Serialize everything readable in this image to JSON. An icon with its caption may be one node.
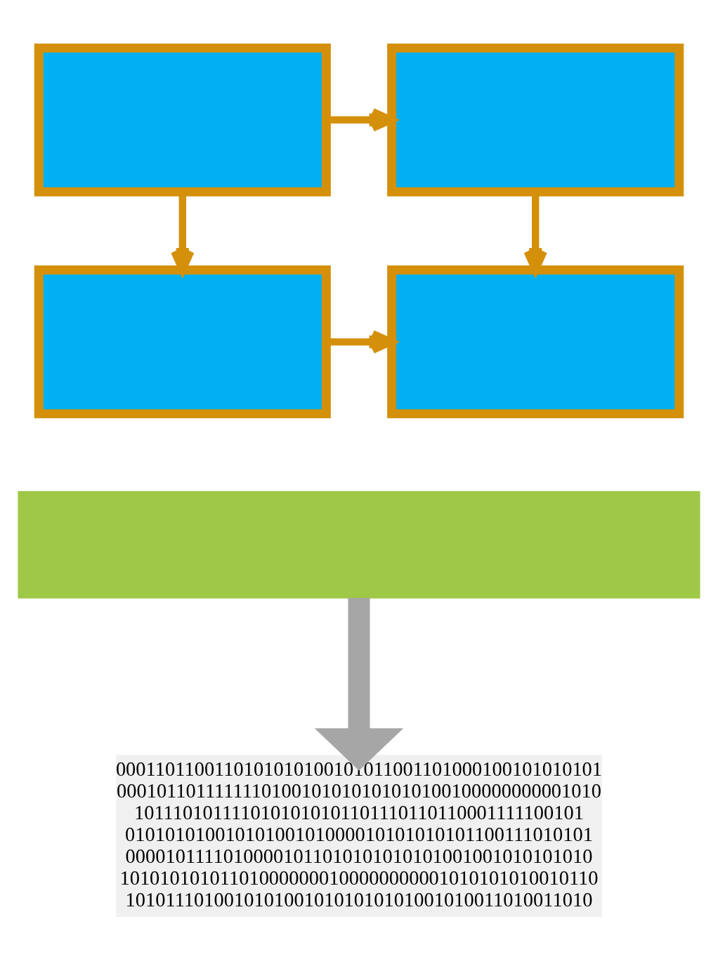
{
  "diagram": {
    "nodes": [
      {
        "text": [],
        "shape": "box"
      },
      {
        "text": [],
        "shape": "box"
      },
      {
        "text": [],
        "shape": "box"
      },
      {
        "text": [],
        "shape": "box"
      },
      {
        "text": [],
        "shape": "bar"
      },
      {
        "text": [
          "0001101100110101010100101011001101000100101010101",
          "0001011011111110100101010101010100100000000001010",
          "1011101011110101010101101110110110001111100101",
          "01010101001010100101000010101010101100111010101",
          "00001011110100001011010101010101001001010101010",
          "101010101011010000000100000000001010101010010110",
          "10101110100101010010101010101001010011010011010"
        ]
      }
    ],
    "edges": [
      {
        "from": 0,
        "to": 1,
        "arrow": "to"
      },
      {
        "from": 0,
        "to": 2,
        "arrow": "to"
      },
      {
        "from": 1,
        "to": 3,
        "arrow": "to"
      },
      {
        "from": 2,
        "to": 3,
        "arrow": "to"
      },
      {
        "from": 4,
        "to": 5,
        "arrow": "to",
        "style": "thick",
        "color": "#a6a6a6"
      }
    ]
  }
}
